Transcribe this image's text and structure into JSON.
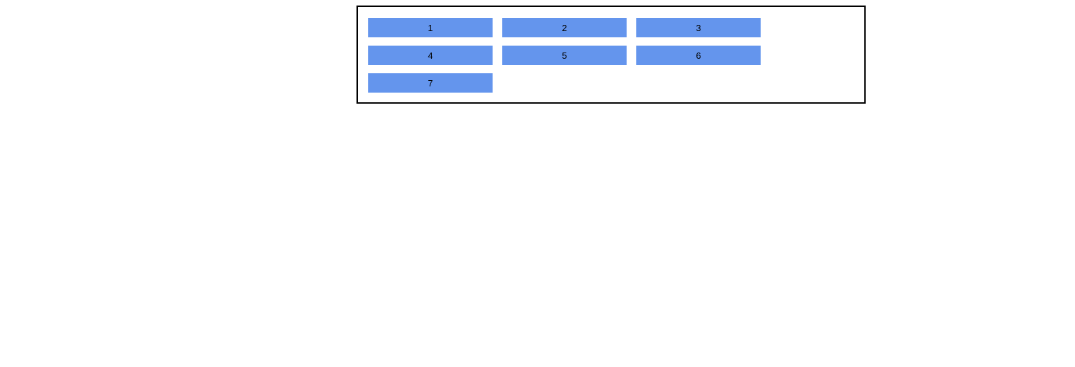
{
  "colors": {
    "page_background": "#ffffff",
    "container_border": "#000000",
    "item_background": "#6495ED",
    "item_text": "#000000"
  },
  "container": {
    "description": "bordered flex container with wrapping numbered items"
  },
  "items": [
    {
      "label": "1"
    },
    {
      "label": "2"
    },
    {
      "label": "3"
    },
    {
      "label": "4"
    },
    {
      "label": "5"
    },
    {
      "label": "6"
    },
    {
      "label": "7"
    }
  ]
}
